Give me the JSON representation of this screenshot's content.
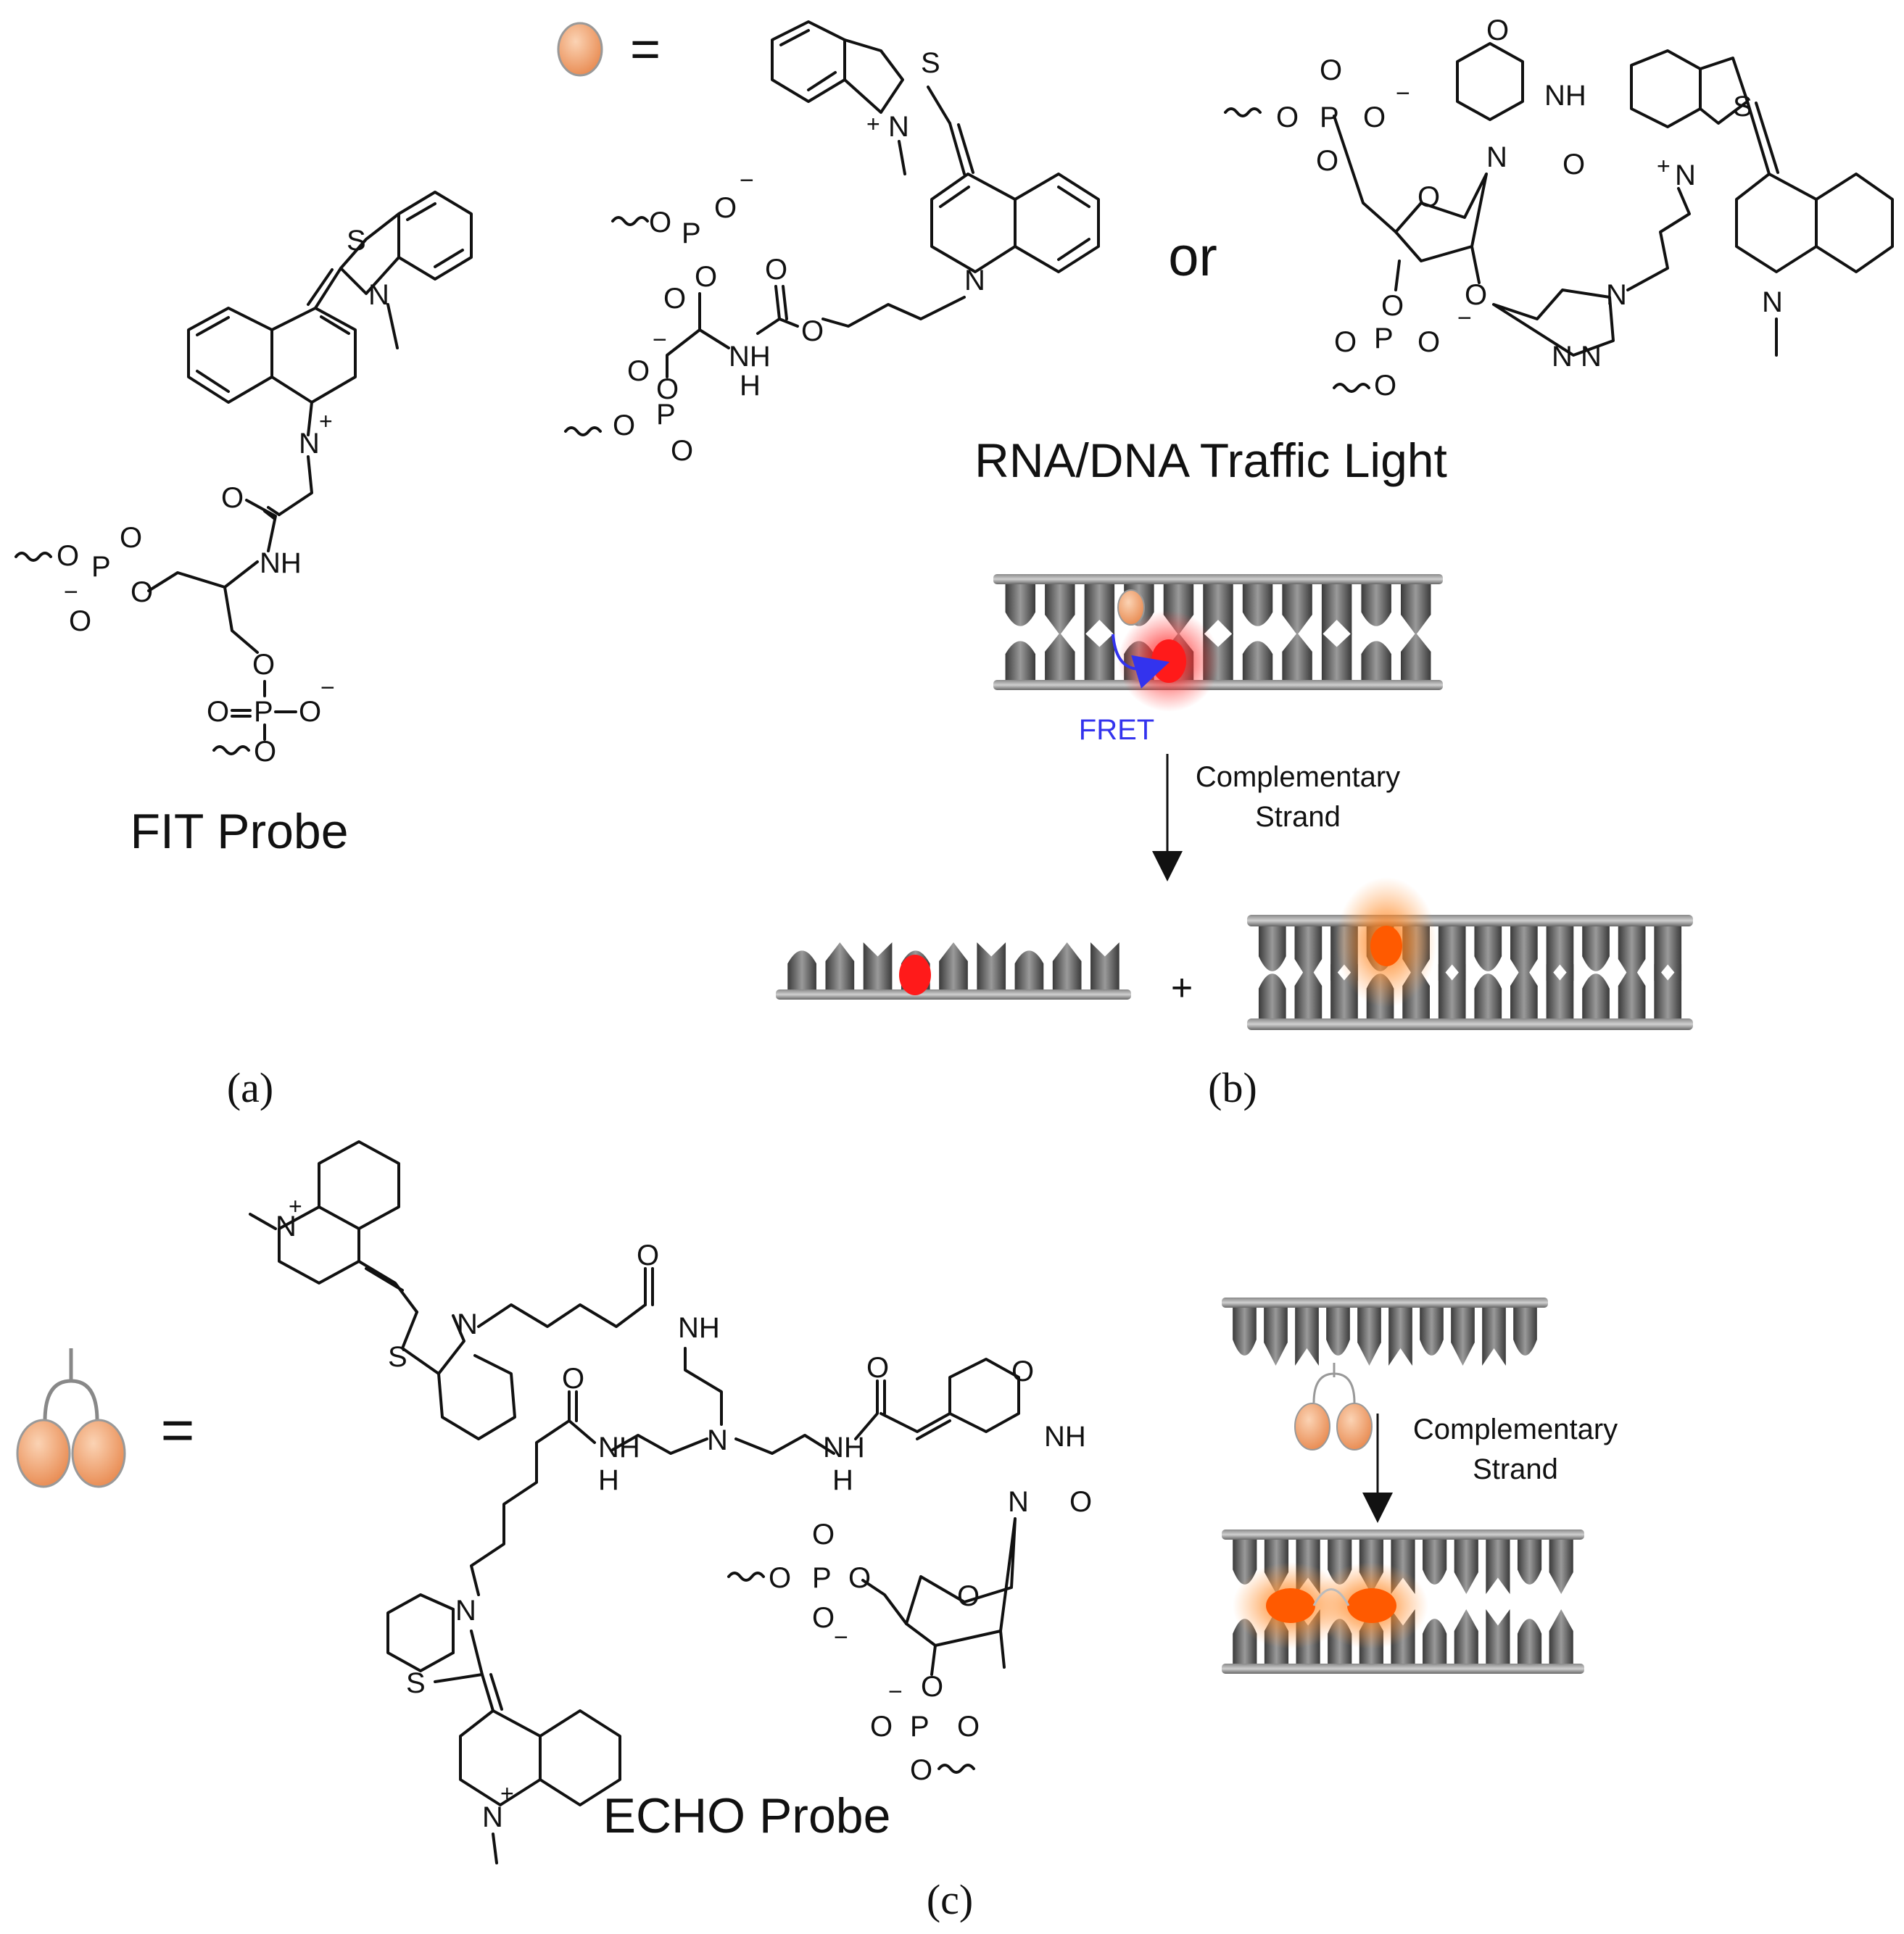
{
  "legend": {
    "equals": "=",
    "or": "or",
    "plus": "+"
  },
  "labels": {
    "fit_probe": "FIT Probe",
    "traffic_light": "RNA/DNA Traffic Light",
    "echo_probe": "ECHO Probe",
    "fret": "FRET",
    "complementary": "Complementary",
    "strand": "Strand"
  },
  "panels": {
    "a": "(a)",
    "b": "(b)",
    "c": "(c)"
  },
  "atoms": {
    "S": "S",
    "N": "N",
    "O": "O",
    "P": "P",
    "NH": "NH",
    "H": "H",
    "plus": "+",
    "minus": "−"
  },
  "colors": {
    "dye": "#f0a070",
    "dye_stroke": "#999999",
    "red_glow": "#ff2020",
    "orange_glow": "#ff7a1a",
    "fret_blue": "#3333ee",
    "strand_gray": "#555555"
  }
}
